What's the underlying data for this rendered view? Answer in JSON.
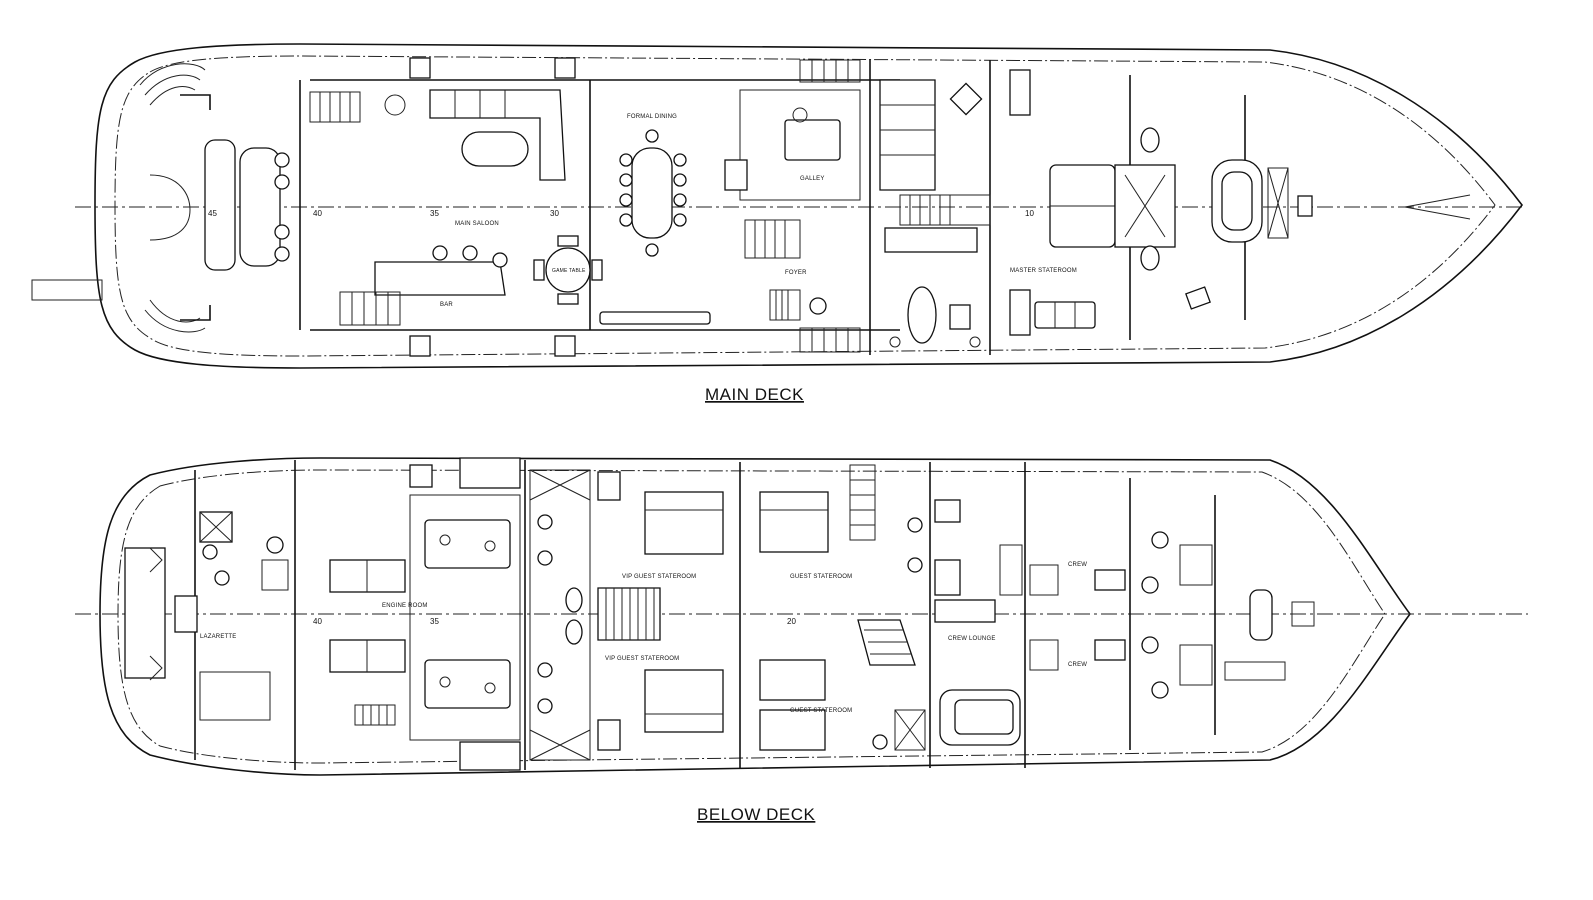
{
  "main_deck": {
    "title": "MAIN DECK",
    "rooms": {
      "main_saloon": "MAIN SALOON",
      "formal_dining": "FORMAL DINING",
      "galley": "GALLEY",
      "foyer": "FOYER",
      "bar": "BAR",
      "master_stateroom": "MASTER STATEROOM",
      "game_table": "GAME TABLE"
    },
    "stations": [
      "45",
      "40",
      "35",
      "30",
      "10"
    ]
  },
  "below_deck": {
    "title": "BELOW DECK",
    "rooms": {
      "engine_room": "ENGINE ROOM",
      "lazarette": "LAZARETTE",
      "vip_guest_stateroom_1": "VIP GUEST STATEROOM",
      "vip_guest_stateroom_2": "VIP GUEST STATEROOM",
      "guest_stateroom_1": "GUEST STATEROOM",
      "guest_stateroom_2": "GUEST STATEROOM",
      "crew_lounge": "CREW LOUNGE",
      "crew_1": "CREW",
      "crew_2": "CREW"
    },
    "stations": [
      "40",
      "35",
      "20"
    ]
  }
}
